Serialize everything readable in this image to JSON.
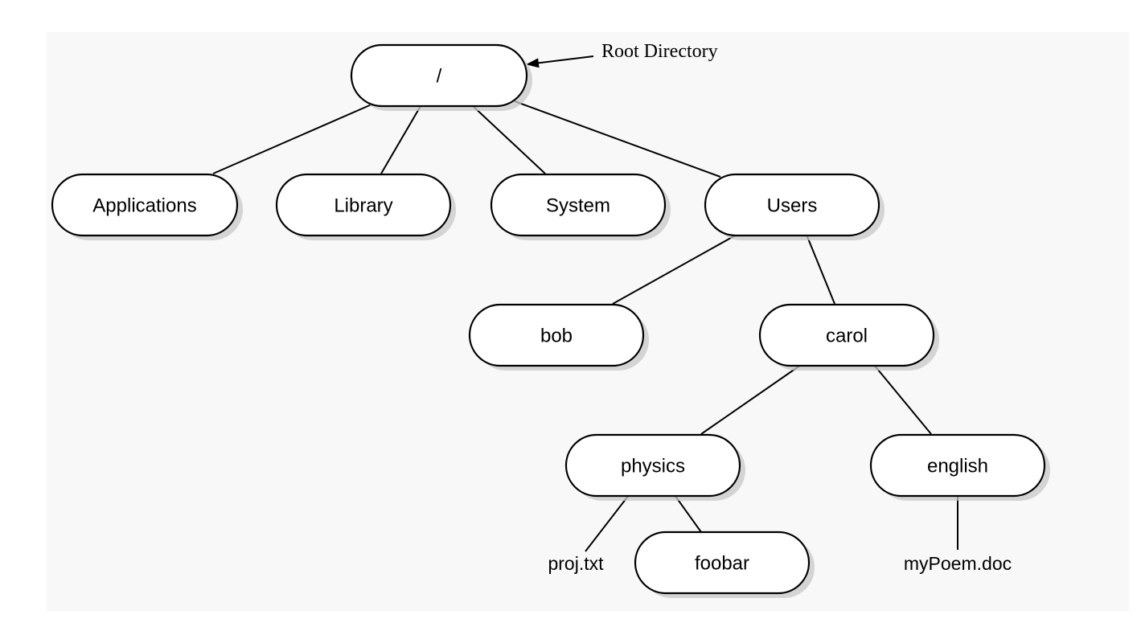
{
  "annotation": {
    "label": "Root Directory"
  },
  "nodes": {
    "root": "/",
    "applications": "Applications",
    "library": "Library",
    "system": "System",
    "users": "Users",
    "bob": "bob",
    "carol": "carol",
    "physics": "physics",
    "english": "english",
    "foobar": "foobar"
  },
  "leaves": {
    "proj_txt": "proj.txt",
    "mypoem_doc": "myPoem.doc"
  },
  "tree": {
    "root": [
      "applications",
      "library",
      "system",
      "users"
    ],
    "users": [
      "bob",
      "carol"
    ],
    "carol": [
      "physics",
      "english"
    ],
    "physics": [
      "proj_txt",
      "foobar"
    ],
    "english": [
      "mypoem_doc"
    ]
  }
}
